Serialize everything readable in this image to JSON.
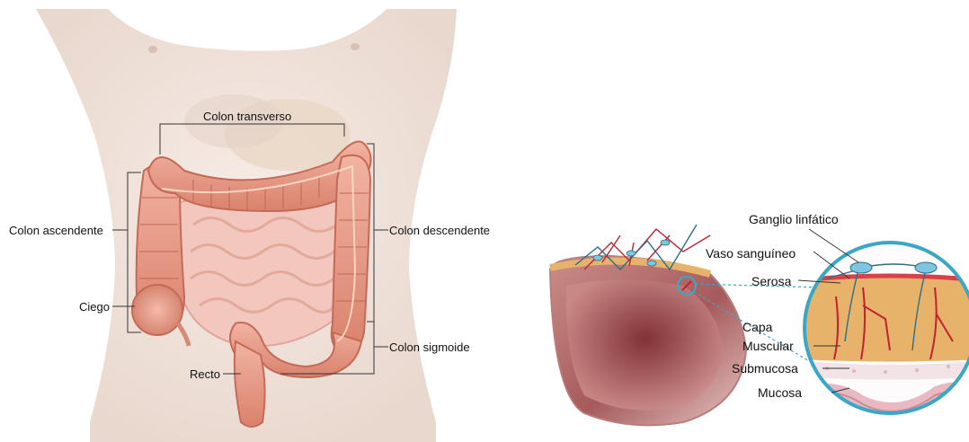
{
  "colon_diagram": {
    "labels": {
      "transverse": "Colon transverso",
      "ascending": "Colon ascendente",
      "descending": "Colon descendente",
      "cecum": "Ciego",
      "sigmoid": "Colon sigmoide",
      "rectum": "Recto"
    }
  },
  "wall_diagram": {
    "labels": {
      "lymph_node": "Ganglio linfático",
      "blood_vessel": "Vaso sanguíneo",
      "serosa": "Serosa",
      "muscular_line1": "Capa",
      "muscular_line2": "Muscular",
      "submucosa": "Submucosa",
      "mucosa": "Mucosa"
    }
  },
  "colors": {
    "colon": "#e8a08c",
    "colon_dark": "#c9705e",
    "skin": "#efe3dc",
    "serosa": "#d9404a",
    "muscle": "#e7b26a",
    "circle_border": "#3aa7c4",
    "vessel": "#c4212e",
    "lymph": "#7ec6e0"
  }
}
